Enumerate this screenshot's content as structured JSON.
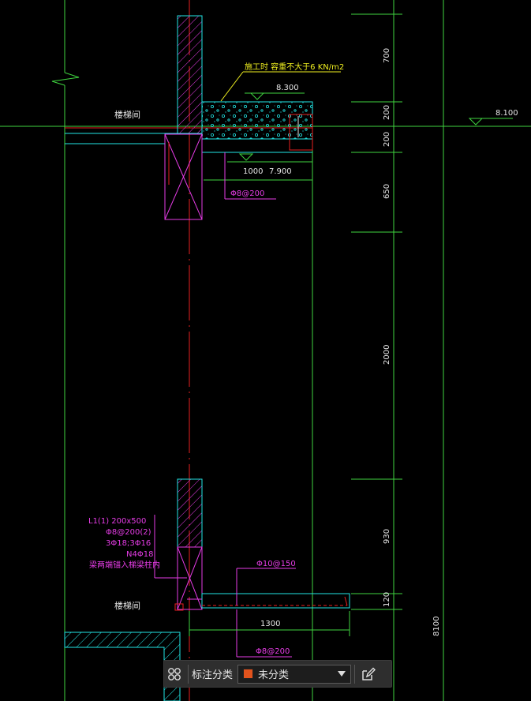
{
  "drawing": {
    "note_load": "施工时 容重不大于6 KN/m2",
    "level_top": "8.300",
    "level_right": "8.100",
    "level_mid": "7.900",
    "dim_1000": "1000",
    "rebar_top": "Φ8@200",
    "room_upper": "楼梯间",
    "room_lower": "楼梯间",
    "beam_label_lines": [
      "L1(1) 200x500",
      "Φ8@200(2)",
      "3Φ18;3Φ16",
      "N4Φ18",
      "梁两端锚入梯梁柱内"
    ],
    "rebar_slab": "Φ10@150",
    "rebar_bottom": "Φ8@200",
    "dim_1300": "1300",
    "vertical_dims": [
      "700",
      "200",
      "200",
      "650",
      "2000",
      "930",
      "120"
    ],
    "total_height": "8100"
  },
  "toolbar": {
    "label": "标注分类",
    "category_value": "未分类",
    "category_color": "#e2531d"
  },
  "colors": {
    "background": "#000000",
    "cyan": "#22e6e6",
    "green": "#3fd43f",
    "magenta": "#e63ce6",
    "red": "#e82020",
    "yellow": "#f0f020",
    "white": "#e6e6e6",
    "blue": "#2c6cf0"
  }
}
